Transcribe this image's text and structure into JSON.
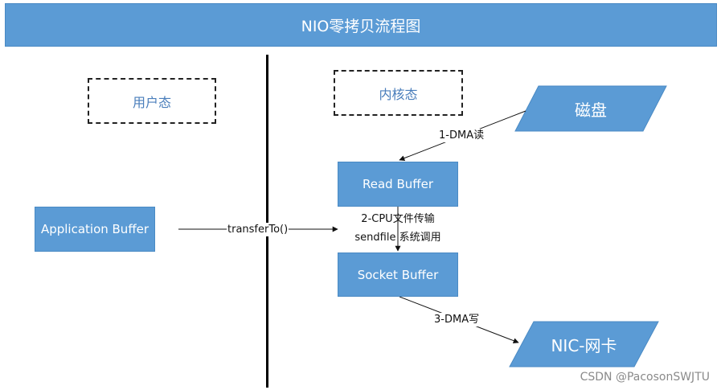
{
  "title": "NIO零拷贝流程图",
  "regions": {
    "user": "用户态",
    "kernel": "内核态"
  },
  "nodes": {
    "disk": "磁盘",
    "read_buffer": "Read Buffer",
    "socket_buffer": "Socket Buffer",
    "application_buffer": "Application Buffer",
    "nic": "NIC-网卡"
  },
  "edges": {
    "dma_read": "1-DMA读",
    "transfer_to": "transferTo()",
    "cpu_copy_line1": "2-CPU文件传输",
    "cpu_copy_line2": "sendfile 系统调用",
    "dma_write": "3-DMA写"
  },
  "watermark": "CSDN @PacosonSWJTU",
  "colors": {
    "box_fill": "#5b9bd5",
    "box_border": "#4a8ac4",
    "region_text": "#4a7ebb"
  }
}
